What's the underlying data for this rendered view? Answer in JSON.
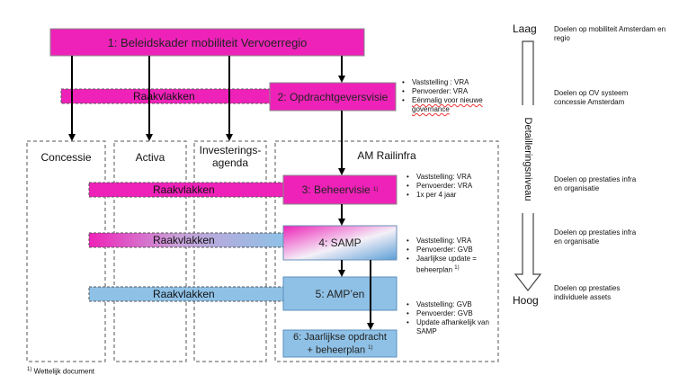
{
  "colors": {
    "magenta": "#ee22b8",
    "blue": "#8fc1e6",
    "blue_dark": "#5b8fbd",
    "dashed": "#555555"
  },
  "boxes": {
    "b1": "1: Beleidskader mobiliteit Vervoerregio",
    "b2": "2: Opdrachtgeversvisie",
    "b3": "3: Beheervisie",
    "b4": "4: SAMP",
    "b5": "5: AMP’en",
    "b6_line1": "6: Jaarlijkse opdracht",
    "b6_line2": "+ beheerplan",
    "footnote_mark": "1)"
  },
  "raakvlakken": "Raakvlakken",
  "columns": {
    "concessie": "Concessie",
    "activa": "Activa",
    "investeringsagenda_1": "Investerings-",
    "investeringsagenda_2": "agenda",
    "am_railinfra": "AM Railinfra"
  },
  "notes": {
    "b2": [
      "Vaststelling : VRA",
      "Penvoerder: VRA",
      "Eénmalig voor nieuwe governance"
    ],
    "b3": [
      "Vaststelling: VRA",
      "Penvoerder: VRA",
      "1x per 4 jaar"
    ],
    "b4": [
      "Vaststelling: VRA",
      "Penvoerder: GVB",
      "Jaarlijkse update = beheerplan"
    ],
    "b5": [
      "Vaststelling: GVB",
      "Penvoerder: GVB",
      "Update afhankelijk van SAMP"
    ]
  },
  "axis": {
    "top": "Laag",
    "bottom": "Hoog",
    "label": "Detailleringsniveau"
  },
  "goals": [
    "Doelen op mobiliteit Amsterdam en regio",
    "Doelen op OV systeem concessie Amsterdam",
    "Doelen op prestaties infra en organisatie",
    "Doelen op prestaties infra en organisatie",
    "Doelen op prestaties individuele assets"
  ],
  "footnote": "Wettelijk document"
}
